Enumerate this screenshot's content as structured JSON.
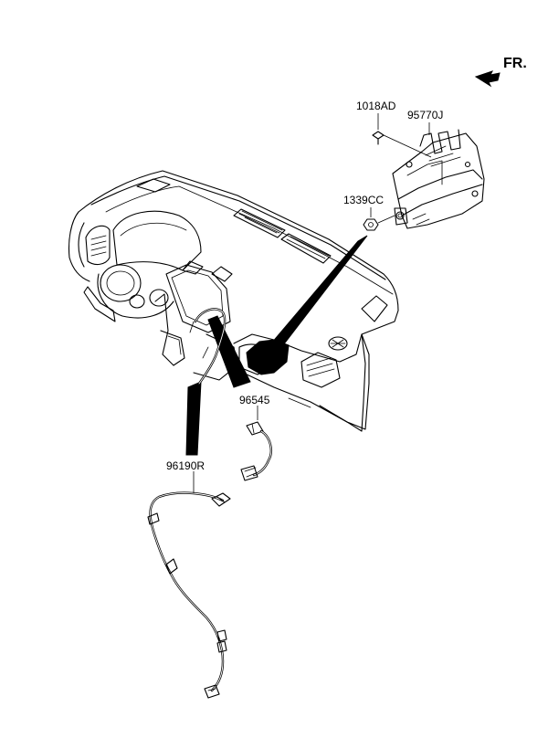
{
  "direction_label": "FR.",
  "direction_arrow_icon": "front-arrow-icon",
  "parts": [
    {
      "id": "1018AD",
      "label": "1018AD"
    },
    {
      "id": "95770J",
      "label": "95770J"
    },
    {
      "id": "1339CC",
      "label": "1339CC"
    },
    {
      "id": "96545",
      "label": "96545"
    },
    {
      "id": "96190R",
      "label": "96190R"
    }
  ]
}
